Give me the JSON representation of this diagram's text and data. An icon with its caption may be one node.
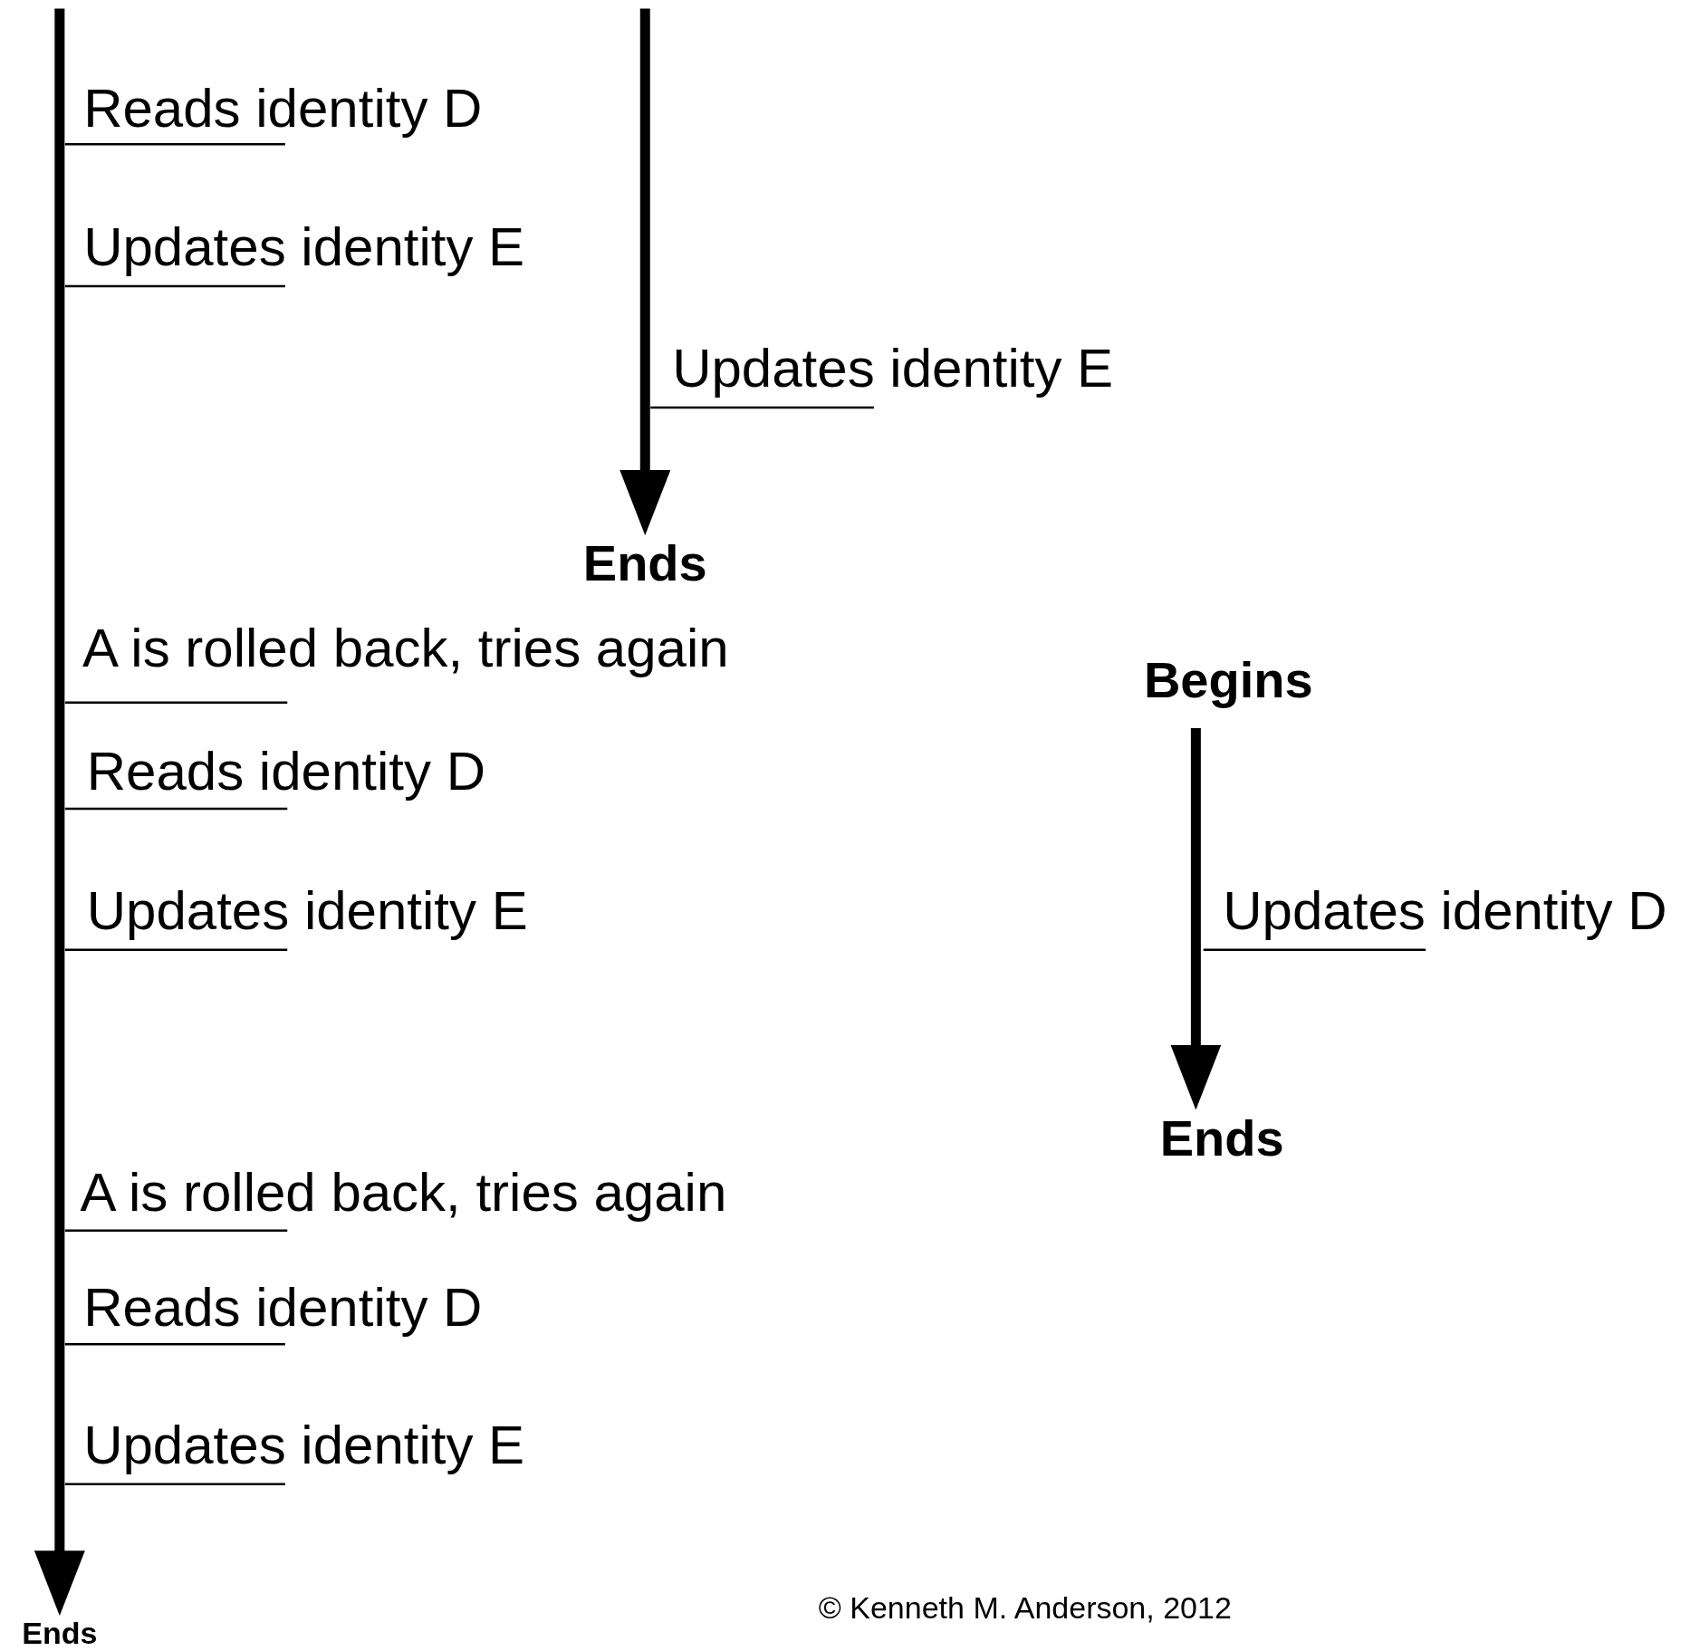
{
  "diagram": {
    "nodes": [
      {
        "text": [
          "Ends"
        ]
      },
      {
        "text": [
          "Begins"
        ]
      },
      {
        "text": [
          "Ends"
        ]
      },
      {
        "text": [
          "Ends"
        ]
      }
    ],
    "edges": [
      {
        "from": null,
        "to": 0,
        "arrow": "to"
      },
      {
        "from": 1,
        "to": 2,
        "arrow": "to"
      },
      {
        "from": null,
        "to": 3,
        "arrow": "to"
      }
    ],
    "labels": [
      "Reads identity D",
      "Updates identity E",
      "Updates identity E",
      "A is rolled back, tries again",
      "Reads identity D",
      "Updates identity E",
      "Updates identity D",
      "A is rolled back, tries again",
      "Reads identity D",
      "Updates identity E",
      "© Kenneth M. Anderson, 2012"
    ]
  }
}
